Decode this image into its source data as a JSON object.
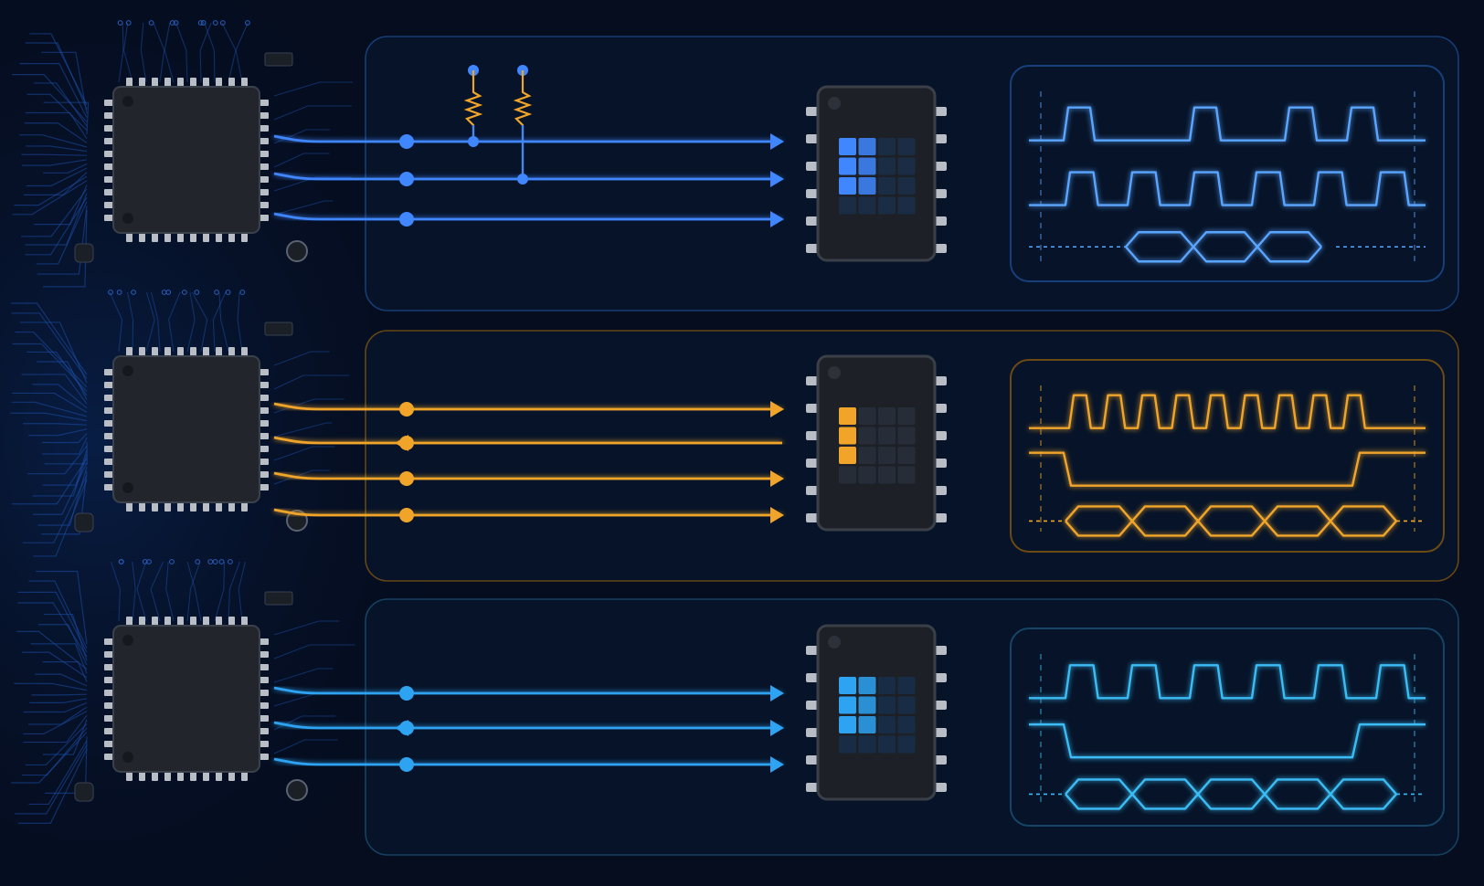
{
  "colors": {
    "background": "#050d1f",
    "panel_fill": "#071429",
    "chip_body": "#22262c",
    "chip_pin": "#b9bec6",
    "trace_glow": "#1e6fff"
  },
  "icons": {
    "mcu": "microcontroller-chip-icon",
    "peripheral": "peripheral-ic-icon",
    "resistor": "pull-up-resistor-icon",
    "arrow": "arrowhead-icon"
  },
  "buses": [
    {
      "id": "two-wire",
      "accent": "#3f86ff",
      "waveform_color": "#5aa5ff",
      "panel_border": "#17407a",
      "dark_cell": "#1a3150",
      "pullups": true,
      "lines": [
        {
          "direction": "out"
        },
        {
          "direction": "out"
        },
        {
          "direction": "out"
        }
      ],
      "lit_cells": [
        0,
        1,
        4,
        5,
        8,
        9
      ],
      "waveforms": [
        "pulses-sparse",
        "pulses-regular",
        "data-eye-3"
      ]
    },
    {
      "id": "four-wire",
      "accent": "#f0a52a",
      "waveform_color": "#f0a52a",
      "panel_border": "#6b4a14",
      "dark_cell": "#2a3140",
      "pullups": false,
      "lines": [
        {
          "direction": "out"
        },
        {
          "direction": "in"
        },
        {
          "direction": "out"
        },
        {
          "direction": "out"
        }
      ],
      "lit_cells": [
        0,
        4,
        8
      ],
      "waveforms": [
        "clock-burst",
        "chip-select-low",
        "data-eye-5"
      ]
    },
    {
      "id": "three-wire",
      "accent": "#2ea3f2",
      "waveform_color": "#3bbcf5",
      "panel_border": "#164466",
      "dark_cell": "#173250",
      "pullups": false,
      "lines": [
        {
          "direction": "out"
        },
        {
          "direction": "both"
        },
        {
          "direction": "out"
        }
      ],
      "lit_cells": [
        0,
        1,
        4,
        5,
        8,
        9
      ],
      "waveforms": [
        "pulses-regular",
        "chip-select-low",
        "data-eye-5"
      ]
    }
  ]
}
